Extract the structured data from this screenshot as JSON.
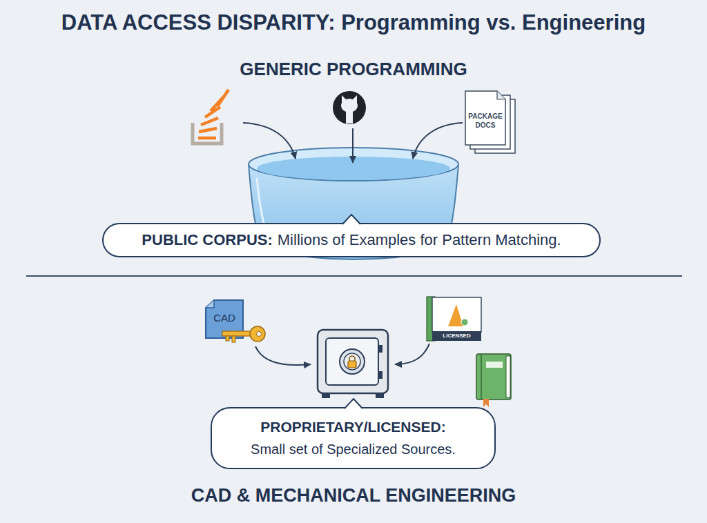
{
  "diagram": {
    "title": "DATA ACCESS DISPARITY: Programming vs. Engineering",
    "nodes": [
      {
        "text": [
          "PACKAGE DOCS"
        ]
      },
      {
        "text": [
          "PUBLIC CORPUS:",
          "Millions of Examples for Pattern Matching."
        ]
      },
      {
        "text": [
          "CAD"
        ]
      },
      {
        "text": [
          "LICENSED"
        ]
      },
      {
        "text": [
          "PROPRIETARY/LICENSED:",
          "Small set of Specialized Sources."
        ]
      }
    ],
    "labels": [
      "GENERIC PROGRAMMING",
      "CAD & MECHANICAL ENGINEERING"
    ]
  }
}
